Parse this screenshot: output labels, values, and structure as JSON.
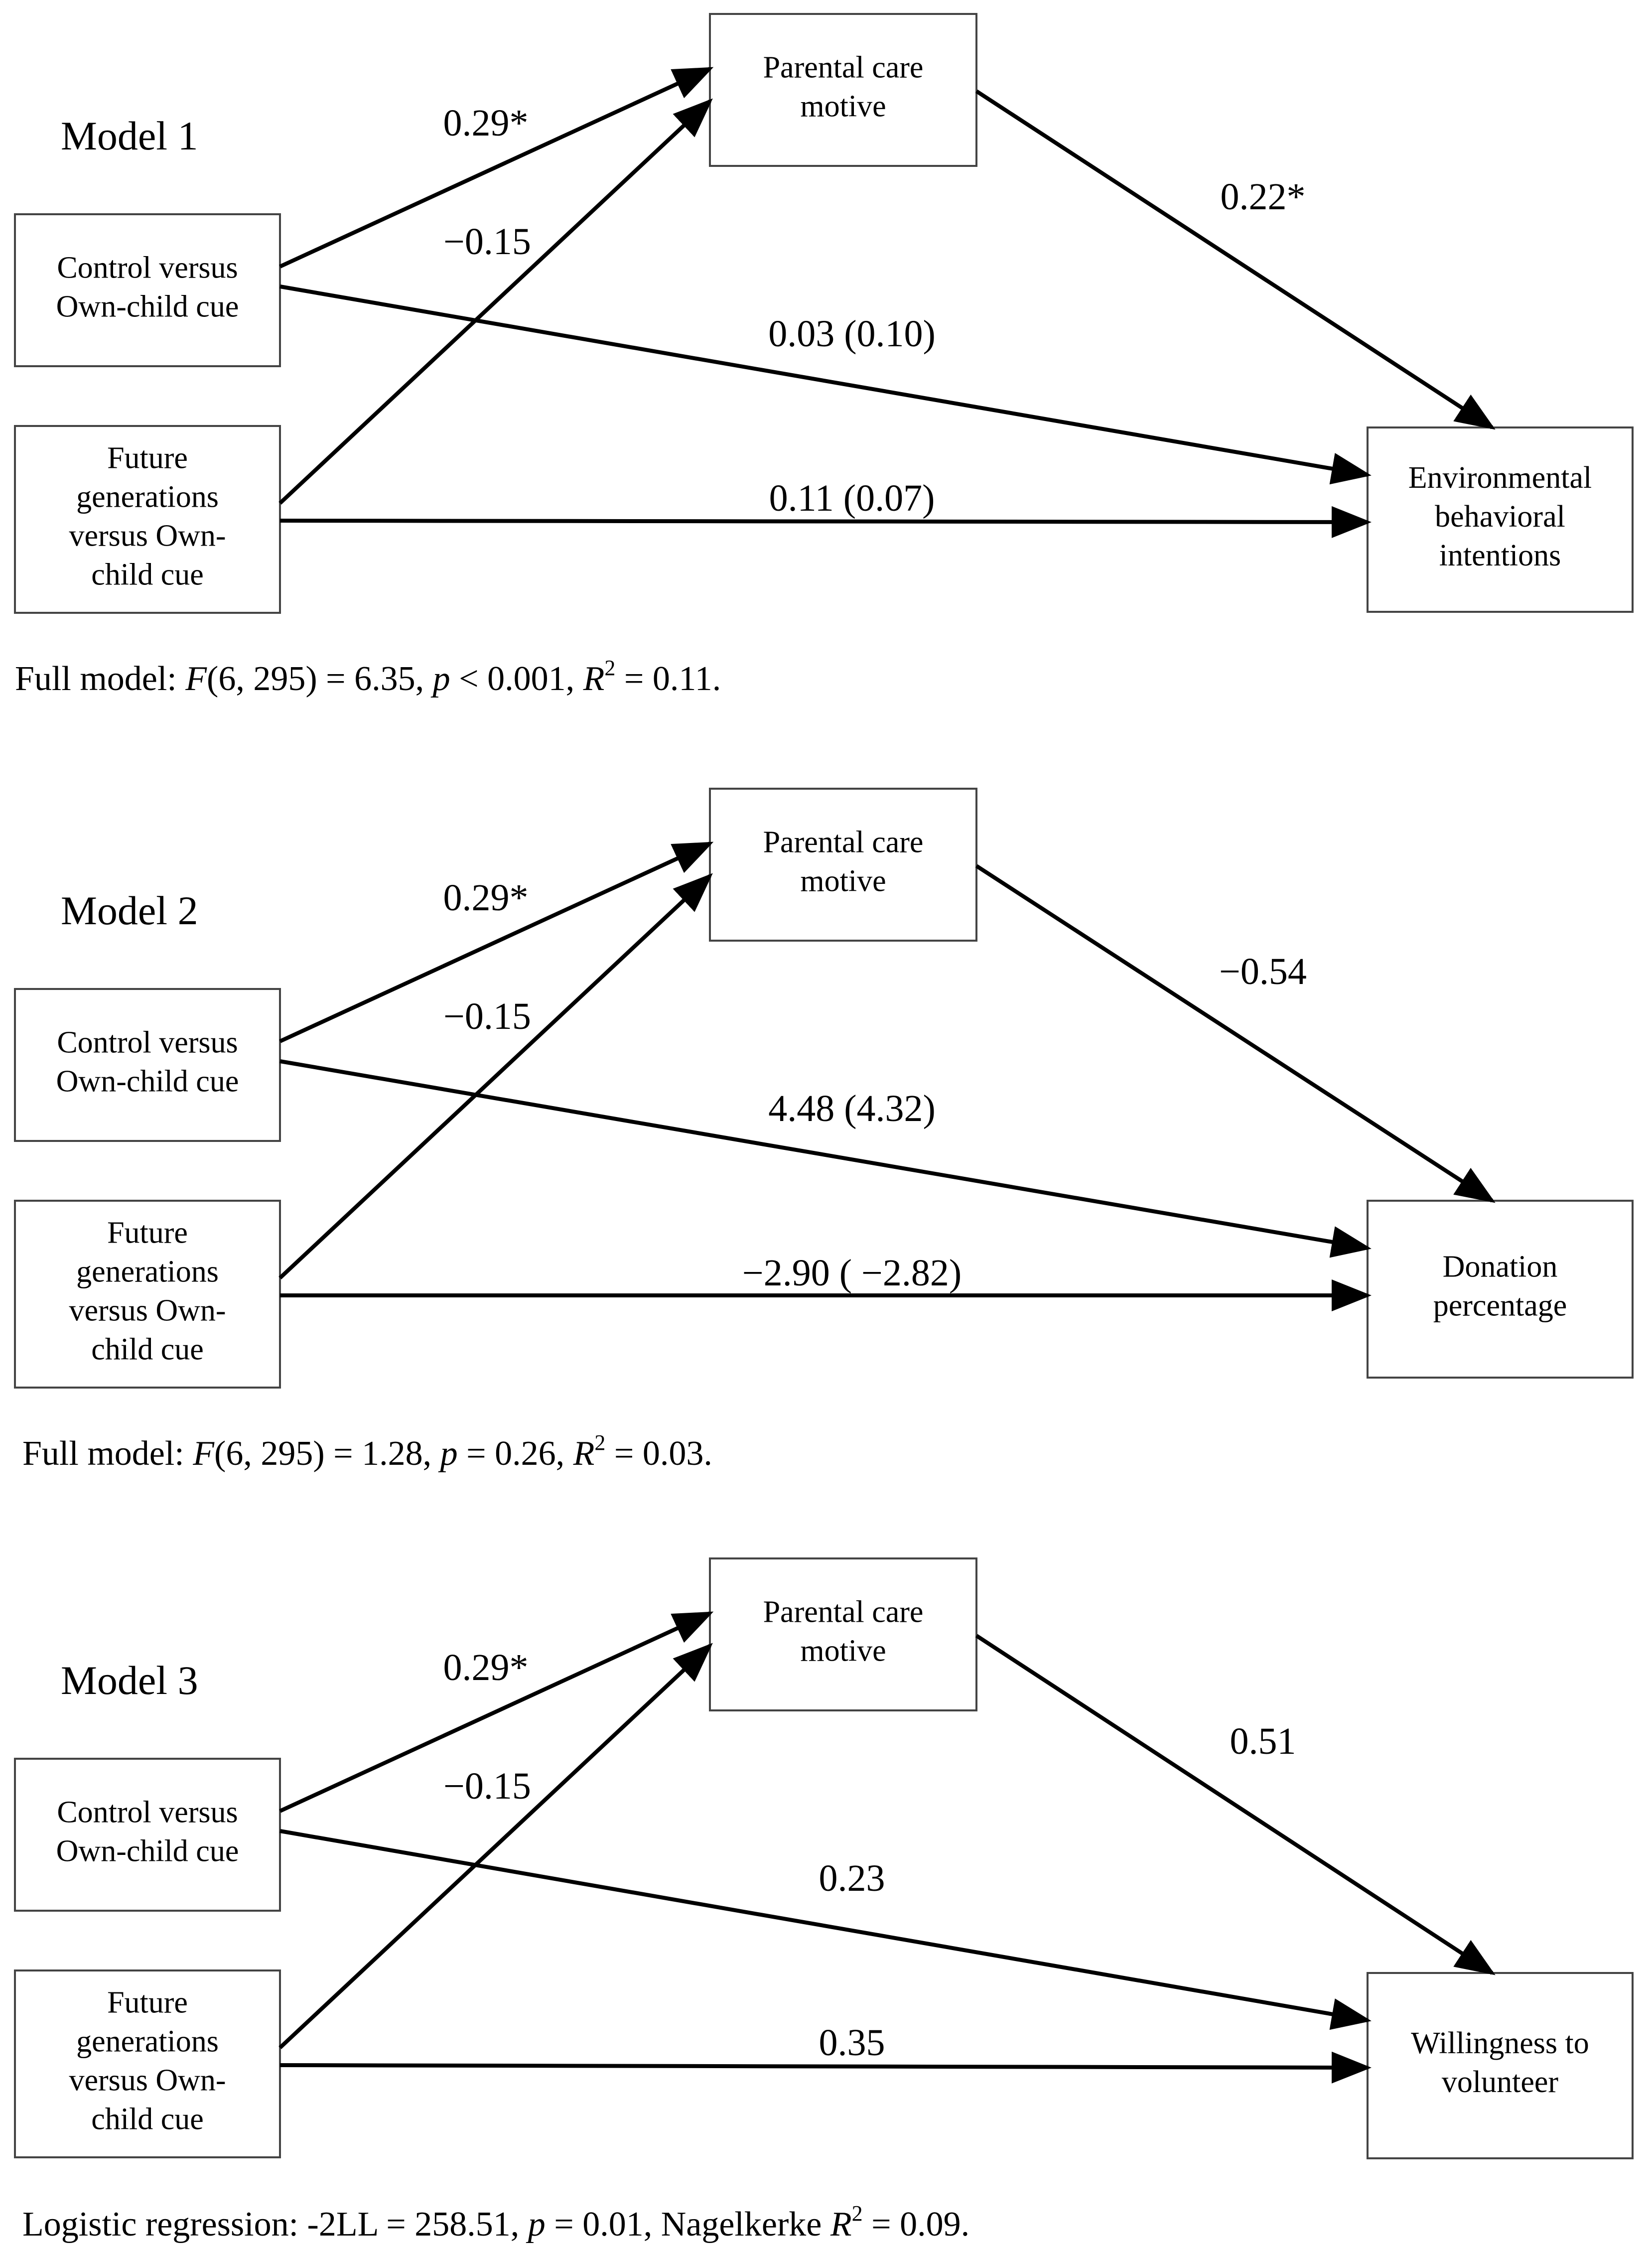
{
  "models": [
    {
      "title": "Model 1",
      "mediator": [
        "Parental care",
        "motive"
      ],
      "predictor_a": [
        "Control versus",
        "Own-child cue"
      ],
      "predictor_b": [
        "Future",
        "generations",
        "versus Own-",
        "child cue"
      ],
      "outcome": [
        "Environmental",
        "behavioral",
        "intentions"
      ],
      "coef_a_mediator": "0.29*",
      "coef_b_mediator": "−0.15",
      "coef_mediator_outcome": "0.22*",
      "coef_a_outcome": "0.03 (0.10)",
      "coef_b_outcome": "0.11 (0.07)",
      "summary": {
        "prefix": "Full model: ",
        "stat": "F",
        "stat_args": "(6, 295) = 6.35, ",
        "p_label": "p",
        "p_text": " < 0.001, ",
        "r_label": "R",
        "r_sup": "2",
        "r_text": " = 0.11."
      }
    },
    {
      "title": "Model 2",
      "mediator": [
        "Parental care",
        "motive"
      ],
      "predictor_a": [
        "Control versus",
        "Own-child cue"
      ],
      "predictor_b": [
        "Future",
        "generations",
        "versus Own-",
        "child cue"
      ],
      "outcome": [
        "Donation",
        "percentage"
      ],
      "coef_a_mediator": "0.29*",
      "coef_b_mediator": "−0.15",
      "coef_mediator_outcome": "−0.54",
      "coef_a_outcome": "4.48 (4.32)",
      "coef_b_outcome": "−2.90 ( −2.82)",
      "summary": {
        "prefix": "Full model: ",
        "stat": "F",
        "stat_args": "(6, 295) = 1.28, ",
        "p_label": "p",
        "p_text": " = 0.26, ",
        "r_label": "R",
        "r_sup": "2",
        "r_text": " = 0.03."
      }
    },
    {
      "title": "Model 3",
      "mediator": [
        "Parental care",
        "motive"
      ],
      "predictor_a": [
        "Control versus",
        "Own-child cue"
      ],
      "predictor_b": [
        "Future",
        "generations",
        "versus Own-",
        "child cue"
      ],
      "outcome": [
        "Willingness to",
        "volunteer"
      ],
      "coef_a_mediator": "0.29*",
      "coef_b_mediator": "−0.15",
      "coef_mediator_outcome": "0.51",
      "coef_a_outcome": "0.23",
      "coef_b_outcome": "0.35",
      "summary": {
        "prefix": "Logistic regression: -2LL = 258.51, ",
        "stat": "",
        "stat_args": "",
        "p_label": "p",
        "p_text": " = 0.01, Nagelkerke ",
        "r_label": "R",
        "r_sup": "2",
        "r_text": " = 0.09."
      }
    }
  ]
}
